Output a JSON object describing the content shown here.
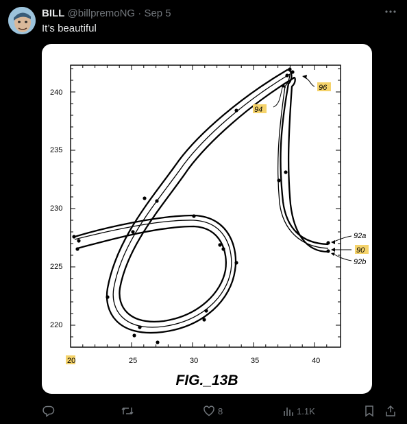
{
  "tweet": {
    "display_name": "BILL",
    "handle": "@billpremoNG",
    "separator": "·",
    "date": "Sep 5",
    "text": "It’s beautiful"
  },
  "figure": {
    "caption": "FIG._13B",
    "y_ticks": [
      "240",
      "235",
      "230",
      "225",
      "220"
    ],
    "x_ticks": [
      "20",
      "25",
      "30",
      "35",
      "40"
    ],
    "labels": {
      "l96": "96",
      "l94": "94",
      "l92a": "92a",
      "l90": "90",
      "l92b": "92b"
    }
  },
  "actions": {
    "likes": "8",
    "views": "1.1K"
  },
  "colors": {
    "background": "#000000",
    "text": "#e7e9ea",
    "muted": "#71767b",
    "highlight": "#f5d36b"
  },
  "icons": [
    "more-icon",
    "reply-icon",
    "retweet-icon",
    "like-icon",
    "views-icon",
    "bookmark-icon",
    "share-icon"
  ]
}
